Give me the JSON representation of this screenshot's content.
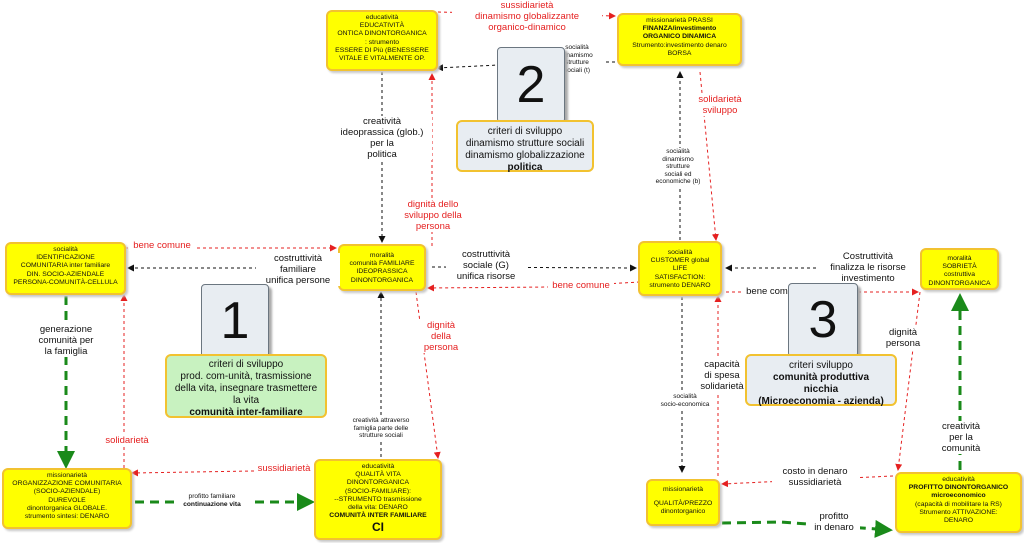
{
  "nodes": {
    "n_educ_top": {
      "l1": "educatività",
      "l2": "EDUCATIVITÀ",
      "l3": "ONTICA DINONTORGANICA",
      "l4": ": strumento",
      "l5": "ESSERE DI Più (BENESSERE",
      "l6": "VITALE E VITALMENTE OP."
    },
    "n_miss_top": {
      "l1": "missionarietà PRASSI",
      "l2": "FINANZA/investimento",
      "l3": "ORGANICO DINAMICA",
      "l4": "Strumento:investimento denaro",
      "l5": "BORSA"
    },
    "n_soc_left": {
      "l1": "socialità",
      "l2": "IDENTIFICAZIONE",
      "l3": "COMUNITARIA inter familiare",
      "l4": "DIN. SOCIO-AZIENDALE",
      "l5": "PERSONA-COMUNITÀ-CELLULA"
    },
    "n_mor_center": {
      "l1": "moralità",
      "l2": "comunità FAMILIARE",
      "l3": "IDEOPRASSICA",
      "l4": "DINONTORGANICA"
    },
    "n_soc_right": {
      "l1": "socialità",
      "l2": "CUSTOMER  global",
      "l3": "LIFE",
      "l4": "SATISFACTION:",
      "l5": "strumento DENARO"
    },
    "n_mor_right": {
      "l1": "moralità",
      "l2": "SOBRIETÀ",
      "l3": "costruttiva",
      "l4": "DINONTORGANICA"
    },
    "n_miss_left": {
      "l1": "missionarietà",
      "l2": "ORGANIZZAZIONE COMUNITARIA",
      "l3": "(SOCIO-AZIENDALE)",
      "l4": "DUREVOLE",
      "l5": "dinontorganica GLOBALE.",
      "l6": "strumento sintesi: DENARO"
    },
    "n_educ_center": {
      "l1": "educatività",
      "l2": "QUALITÀ VITA",
      "l3": "DINONTORGANICA",
      "l4": "(SOCIO-FAMILIARE):",
      "l5": "--STRUMENTO trasmissione",
      "l6": "della vita: DENARO",
      "l7": "COMUNITÀ INTER FAMILIARE",
      "l8": "CI"
    },
    "n_miss_bottom": {
      "l1": "missionarietà",
      "l2": "QUALITÀ/PREZZO",
      "l3": "dinontorganico"
    },
    "n_educ_right": {
      "l1": "educatività",
      "l2": "PROFITTO DINONTORGANICO",
      "l3": "microeconomico",
      "l4": "(capacità di mobilitare la RS)",
      "l5": "Strumento ATTIVAZIONE:",
      "l6": "DENARO"
    }
  },
  "numbers": {
    "one": "1",
    "two": "2",
    "three": "3"
  },
  "criteria": {
    "c1": {
      "l1": "criteri di sviluppo",
      "l2": "prod. com-unità, trasmissione",
      "l3": "della vita, insegnare trasmettere",
      "l4": "la vita",
      "l5": "comunità inter-familiare"
    },
    "c2": {
      "l1": "criteri di sviluppo",
      "l2": "dinamismo strutture sociali",
      "l3": "dinamismo globalizzazione",
      "l4": "politica"
    },
    "c3": {
      "l1": "criteri sviluppo",
      "l2": "comunità produttiva",
      "l3": "nicchia",
      "l4": "(Microeconomia - azienda)"
    }
  },
  "labels": {
    "sussidiarieta_top_1": "sussidiarietà",
    "sussidiarieta_top_2": "dinamismo globalizzante",
    "sussidiarieta_top_3": "organico-dinamico",
    "soc_dyn_top_1": "socialità",
    "soc_dyn_top_2": "dinamismo",
    "soc_dyn_top_3": "strutture",
    "soc_dyn_top_4": "sociali (t)",
    "creativita_top_1": "creatività",
    "creativita_top_2": "ideoprassica (glob.)",
    "creativita_top_3": "per la",
    "creativita_top_4": "politica",
    "dignita_top_1": "dignità dello",
    "dignita_top_2": "sviluppo della",
    "dignita_top_3": "persona",
    "solidarieta_top_1": "solidarietà",
    "solidarieta_top_2": "sviluppo",
    "soc_dyn_right_1": "socialità",
    "soc_dyn_right_2": "dinamismo",
    "soc_dyn_right_3": "strutture",
    "soc_dyn_right_4": "sociali ed",
    "soc_dyn_right_5": "economiche (b)",
    "bene_comune_top": "bene comune",
    "costr_fam_1": "costruttività",
    "costr_fam_2": "familiare",
    "costr_fam_3": "unifica persone",
    "costr_soc_1": "costruttività",
    "costr_soc_2": "sociale (G)",
    "costr_soc_3": "unifica risorse",
    "costr_right_1": "Costruttività",
    "costr_right_2": "finalizza le risorse",
    "costr_right_3": "investimento",
    "bene_comune_mid": "bene comune",
    "bene_comune_right": "bene com",
    "dignita_mid_1": "dignità",
    "dignita_mid_2": "della",
    "dignita_mid_3": "persona",
    "dignita_right_1": "dignità",
    "dignita_right_2": "persona",
    "gen_com_1": "generazione",
    "gen_com_2": "comunità per",
    "gen_com_3": "la famiglia",
    "solidarieta_left": "solidarietà",
    "creat_fam_1": "creatività attraverso",
    "creat_fam_2": "famiglia parte delle",
    "creat_fam_3": "strutture sociali",
    "capacita_1": "capacità",
    "capacita_2": "di spesa",
    "capacita_3": "solidarietà",
    "soc_econ_1": "socialità",
    "soc_econ_2": "socio-economica",
    "creat_com_1": "creatività",
    "creat_com_2": "per la",
    "creat_com_3": "comunità",
    "sussidiarieta_bottom": "sussidiarietà",
    "profitto_fam_1": "profitto familiare",
    "profitto_fam_2": "continuazione vita",
    "costo_1": "costo in denaro",
    "costo_2": "sussidiarietà",
    "profitto_denaro_1": "profitto",
    "profitto_denaro_2": "in denaro"
  },
  "colors": {
    "node_fill": "#ffff00",
    "node_border": "#f2c230",
    "black_arrow": "#111111",
    "red_arrow": "#e52020",
    "green_arrow": "#1a8a1a"
  }
}
